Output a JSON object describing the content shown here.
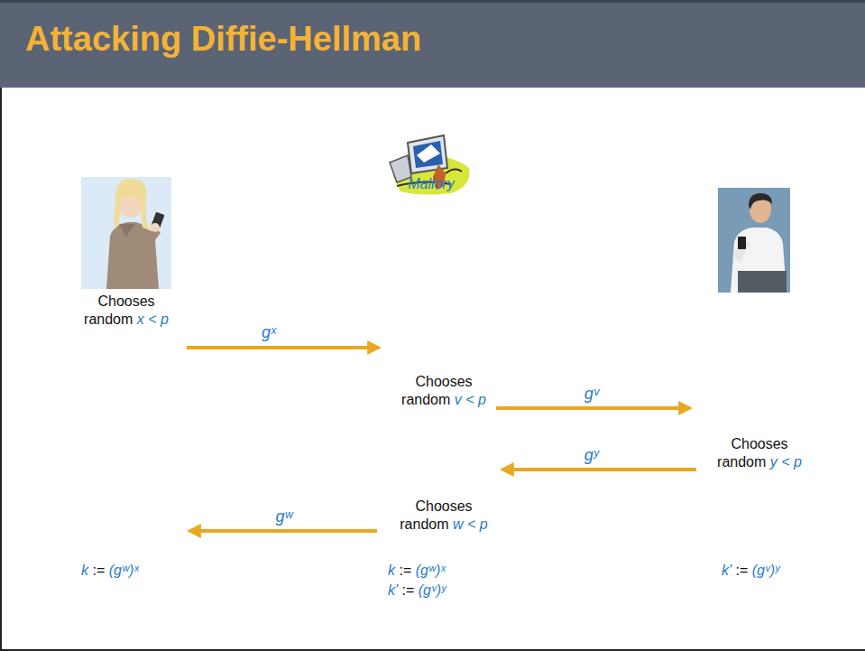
{
  "diagram": {
    "title": "Attacking Diffie-Hellman",
    "labels": [
      "Mallory",
      "Chooses random x < p",
      "gˣ",
      "Chooses random v < p",
      "gᵛ",
      "Chooses random y < p",
      "gʸ",
      "Chooses random w < p",
      "gʷ",
      "k := (gʷ)ˣ",
      "k := (gʷ)ˣ",
      "k' := (gᵛ)ʸ",
      "k' := (gᵛ)ʸ"
    ]
  }
}
